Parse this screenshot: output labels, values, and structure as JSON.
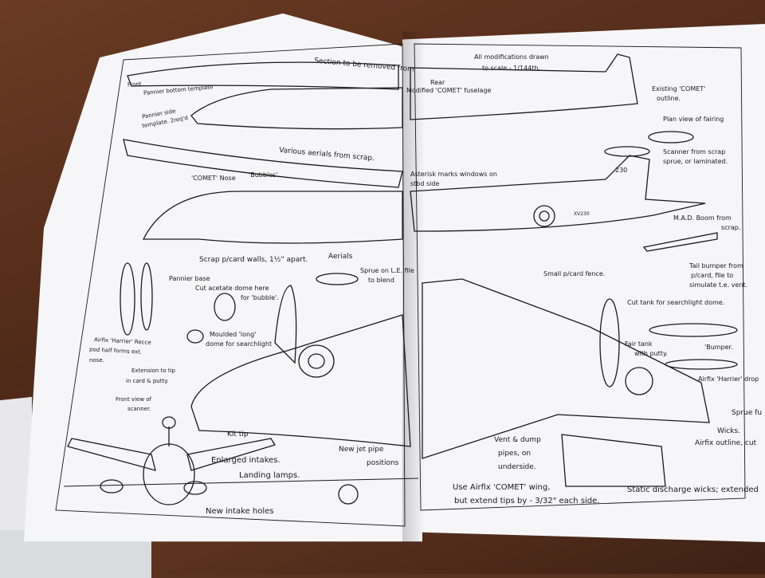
{
  "labels": {
    "front": "Front",
    "pannier_bottom": "Pannier bottom template",
    "pannier_side": "Pannier side",
    "template_2reqd": "template. 2req'd",
    "section_removed": "Section to be removed from",
    "rear": "Rear",
    "modified_fuselage": "Modified 'COMET' fuselage",
    "all_mods": "All modifications drawn",
    "to_scale": "to scale - 1/144th.",
    "existing_comet": "Existing 'COMET'",
    "outline": "outline.",
    "plan_view": "Plan view of fairing",
    "scanner_scrap": "Scanner from scrap",
    "sprue_laminated": "sprue, or laminated.",
    "various_aerials": "Various aerials from scrap.",
    "comet_nose": "'COMET' Nose",
    "bubbles": "'Bubbles'",
    "asterisk_windows": "Asterisk marks windows on",
    "starboard_side": "stbd side",
    "serial_230": "230",
    "serial_xv": "XV230",
    "mad_boom": "M.A.D. Boom from",
    "scrap": "scrap.",
    "scrap_walls": "Scrap p/card walls, 1½\" apart.",
    "aerials": "Aerials",
    "sprue_on_edge": "Sprue on L.E. file",
    "to_blend": "to blend",
    "small_fence": "Small p/card fence.",
    "tail_bumper": "Tail bumper from",
    "pcard_file": "p/card, file to",
    "simulate_vent": "simulate t.e. vent.",
    "pannier_base": "Pannier base",
    "cut_acetate": "Cut acetate dome here",
    "for_bubble": "for 'bubble'.",
    "cut_tank": "Cut tank for searchlight dome.",
    "moulded_long": "Moulded 'long'",
    "dome_searchlight": "dome for searchlight",
    "airfix_harrier_recce": "Airfix 'Harrier' Recce",
    "pod_half": "pod half forms ext.",
    "nose": "nose.",
    "fair_tank": "Fair tank",
    "with_putty": "with putty.",
    "bumper": "'Bumper.",
    "airfix_harrier_drop": "Airfix 'Harrier' drop",
    "extension_tip": "Extension to tip",
    "in_card": "in card & putty.",
    "front_view": "Front view of",
    "scanner": "scanner.",
    "kit_tip": "Kit tip",
    "enlarged_intakes": "Enlarged intakes.",
    "landing_lamps": "Landing lamps.",
    "new_intake": "New intake holes",
    "new_jet_pipe": "New jet pipe",
    "positions": "positions",
    "vent_dump": "Vent & dump",
    "pipes_on": "pipes, on",
    "underside": "underside.",
    "sprue_right": "Sprue fu",
    "wicks": "Wicks.",
    "airfix_outline": "Airfix outline, cut",
    "use_airfix": "Use Airfix 'COMET' wing,",
    "but_extend": "but  extend tips by - 3/32\" each side.",
    "static_discharge": "Static discharge wicks; extended"
  },
  "colors": {
    "paper": "#f6f6f8",
    "ink": "#1a1a1a",
    "table": "#5a3220"
  }
}
